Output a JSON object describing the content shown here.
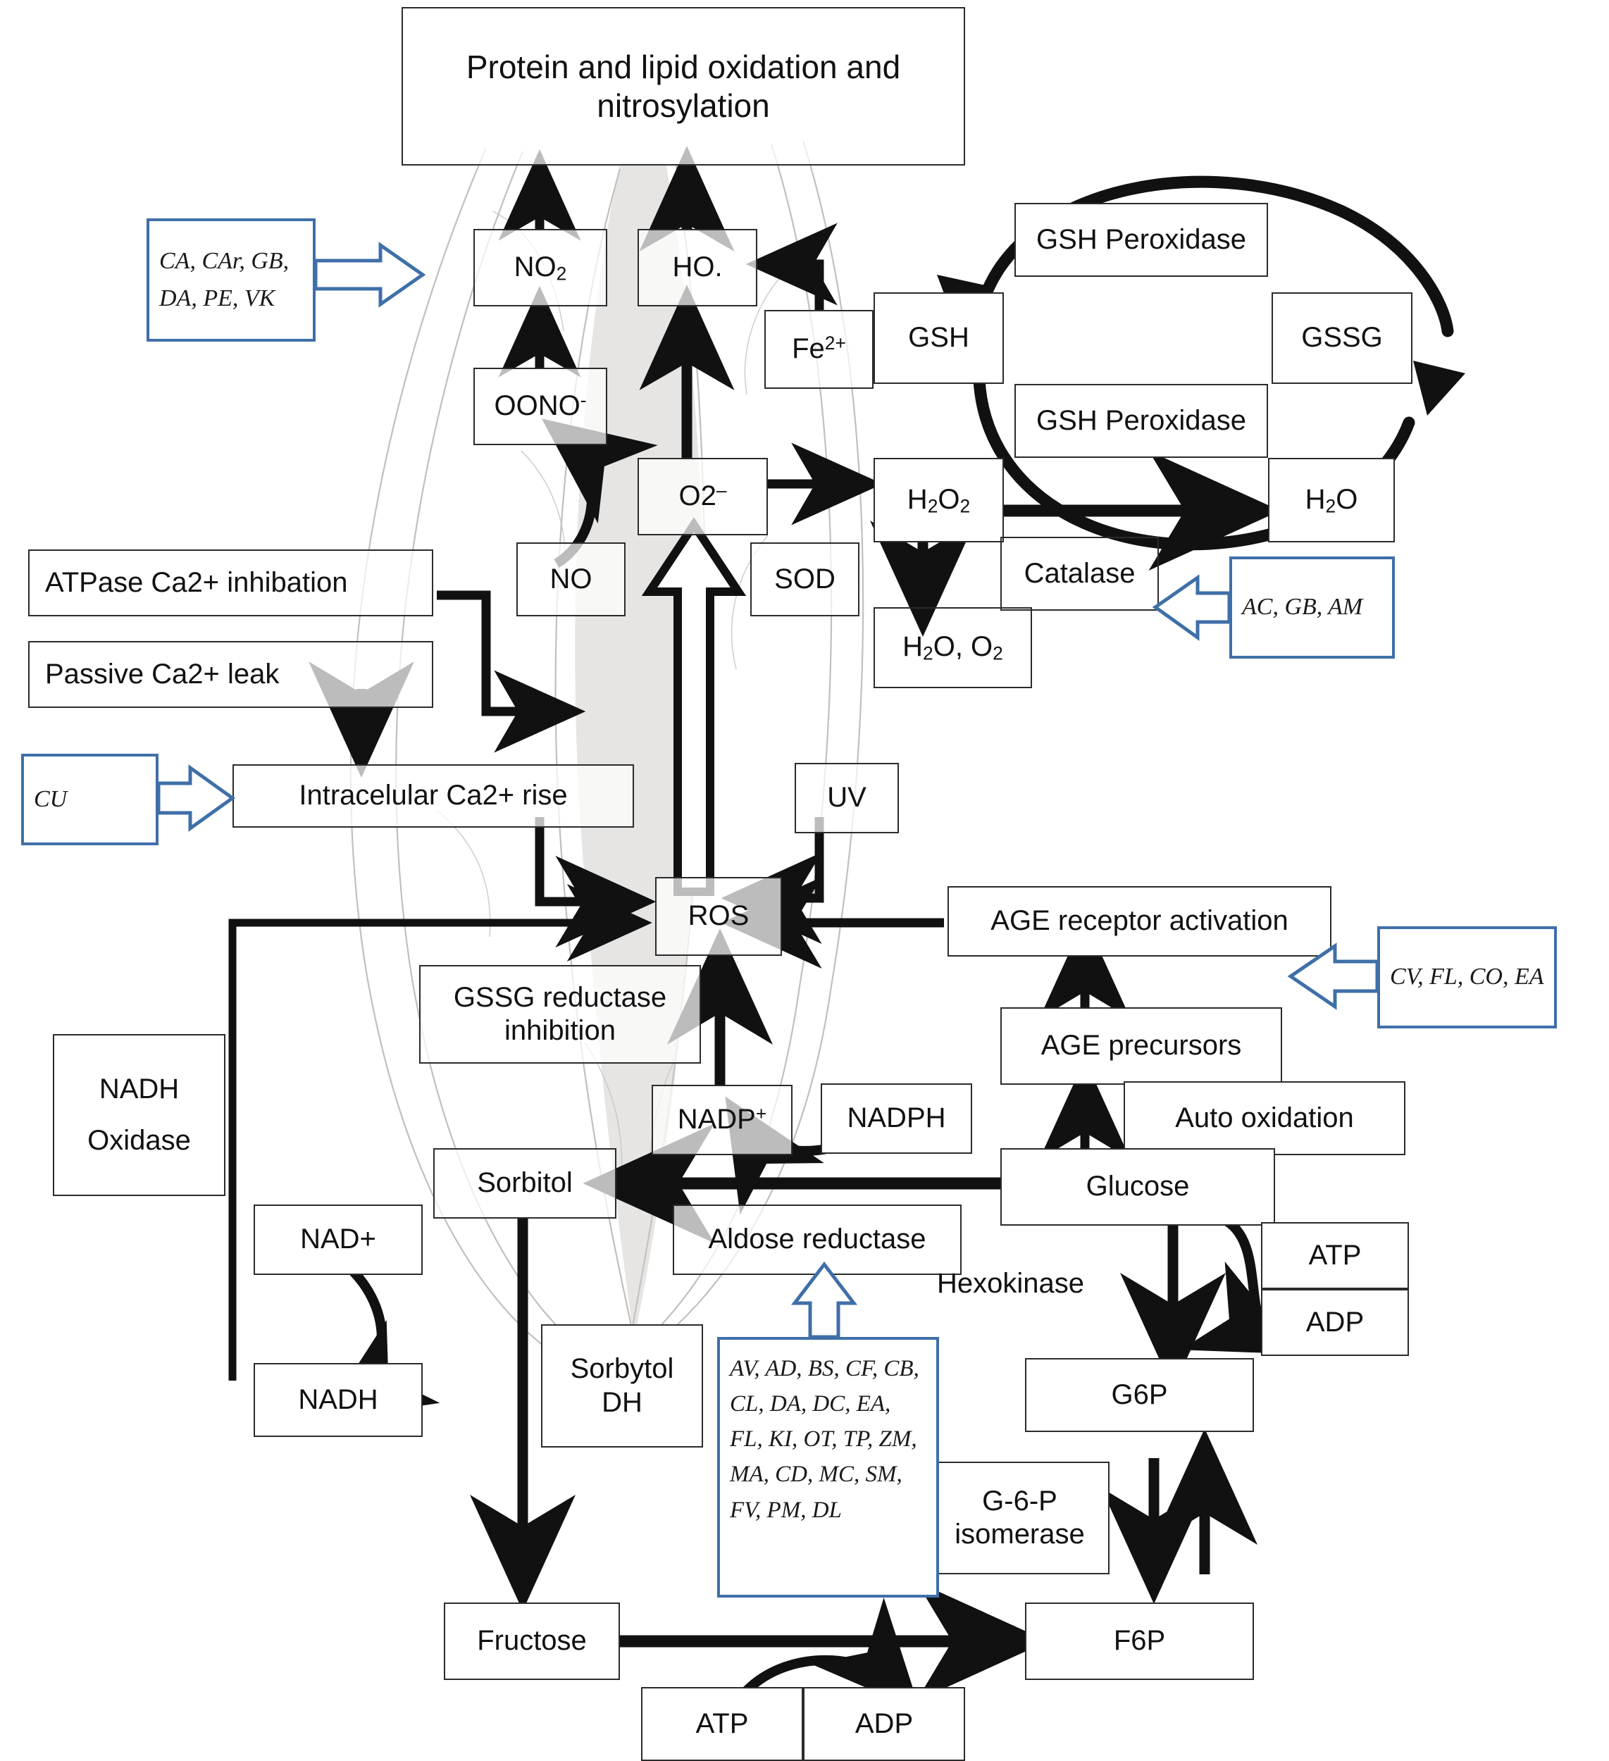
{
  "diagram": {
    "title": "Oxidative stress, polyol pathway and glycolysis schematic",
    "accent_blue": "#3f6fa8",
    "stroke_black": "#2b2b2b"
  },
  "boxes": {
    "protein_lipid": "Protein and lipid oxidation and nitrosylation",
    "no2": "NO2",
    "ho_radical": "HO.",
    "oono": "OONO-",
    "fe2": "Fe2+",
    "o2_minus": "O2-",
    "no": "NO",
    "sod": "SOD",
    "gsh": "GSH",
    "gssg": "GSSG",
    "gsh_peroxidase_top": "GSH Peroxidase",
    "gsh_peroxidase_bottom": "GSH Peroxidase",
    "h2o2": "H2O2",
    "h2o": "H2O",
    "catalase": "Catalase",
    "h2o_o2": "H2O, O2",
    "atpase": "ATPase Ca2+ inhibation",
    "passive_leak": "Passive Ca2+ leak",
    "intracellular_ca": "Intracelular Ca2+ rise",
    "uv": "UV",
    "ros": "ROS",
    "gssg_reductase": "GSSG reductase inhibition",
    "age_receptor": "AGE receptor activation",
    "age_precursors": "AGE precursors",
    "auto_oxidation": "Auto oxidation",
    "glucose": "Glucose",
    "nadh_oxidase": "NADH Oxidase",
    "nadp_plus": "NADP+",
    "nadph": "NADPH",
    "sorbitol": "Sorbitol",
    "aldose_reductase": "Aldose reductase",
    "nad_plus": "NAD+",
    "nadh": "NADH",
    "sorbytol_dh": "Sorbytol DH",
    "atp_top": "ATP",
    "adp_top": "ADP",
    "g6p": "G6P",
    "g6p_isomerase": "G-6-P isomerase",
    "f6p": "F6P",
    "fructose": "Fructose",
    "atp_bottom": "ATP",
    "adp_bottom": "ADP"
  },
  "labels": {
    "hexokinase": "Hexokinase"
  },
  "callouts": {
    "top_left": "CA, CAr, GB, DA, PE, VK",
    "cu": "CU",
    "catalase_right": "AC, GB, AM",
    "age_right": "CV, FL, CO, EA",
    "aldose": "AV, AD, BS, CF, CB, CL, DA, DC, EA, FL, KI, OT, TP, ZM, MA, CD, MC, SM, FV, PM, DL"
  }
}
